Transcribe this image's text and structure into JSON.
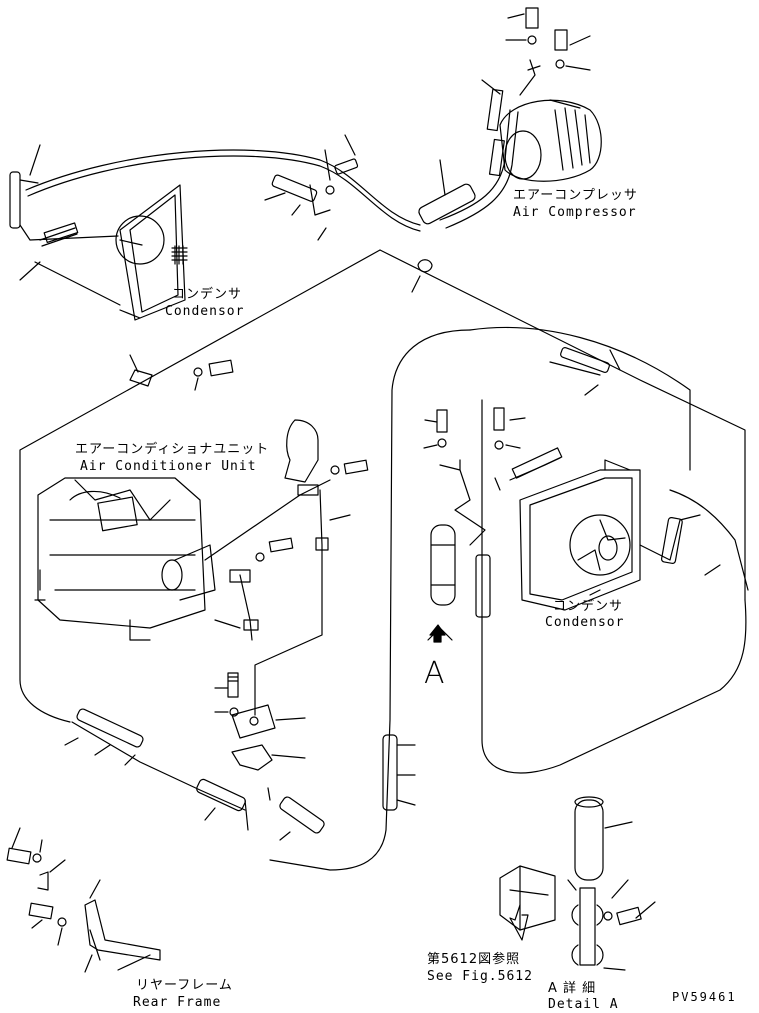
{
  "diagram": {
    "labels": {
      "air_compressor_jp": "エアーコンプレッサ",
      "air_compressor_en": "Air Compressor",
      "condensor_top_jp": "コンデンサ",
      "condensor_top_en": "Condensor",
      "ac_unit_jp": "エアーコンディショナユニット",
      "ac_unit_en": "Air Conditioner Unit",
      "condensor_right_jp": "コンデンサ",
      "condensor_right_en": "Condensor",
      "view_a": "A",
      "see_fig_jp": "第5612図参照",
      "see_fig_en": "See Fig.5612",
      "detail_a_jp": "A 詳 細",
      "detail_a_en": "Detail A",
      "rear_frame_jp": "リヤーフレーム",
      "rear_frame_en": "Rear Frame",
      "drawing_number": "PV59461"
    }
  }
}
